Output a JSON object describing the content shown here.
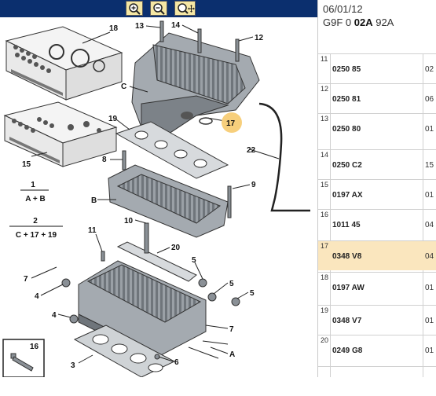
{
  "toolbar": {
    "zoom_in_icon": "zoom-in-icon",
    "zoom_out_icon": "zoom-out-icon",
    "zoom_fit_icon": "zoom-fit-icon",
    "color": "#0b2f6e"
  },
  "diagram": {
    "callouts": [
      "18",
      "13",
      "14",
      "12",
      "C",
      "17",
      "19",
      "15",
      "22",
      "8",
      "9",
      "B",
      "10",
      "11",
      "20",
      "7",
      "5",
      "4",
      "3",
      "6",
      "2",
      "A",
      "16"
    ],
    "highlight": "17",
    "highlight_color": "#f7cf7c",
    "formula_1_num": "1",
    "formula_1_den": "A + B",
    "formula_2_num": "2",
    "formula_2_den": "C + 17 + 19"
  },
  "sidebar": {
    "date": "06/01/12",
    "code_prefix": "G9F 0 ",
    "code_bold": "02A",
    "code_suffix": " 92A",
    "rows": [
      {
        "idx": "11",
        "ref": "0250 85",
        "qty": "02"
      },
      {
        "idx": "12",
        "ref": "0250 81",
        "qty": "06"
      },
      {
        "idx": "13",
        "ref": "0250 80",
        "qty": "01"
      },
      {
        "idx": "14",
        "ref": "0250 C2",
        "qty": "15"
      },
      {
        "idx": "15",
        "ref": "0197 AX",
        "qty": "01"
      },
      {
        "idx": "16",
        "ref": "1011 45",
        "qty": "04"
      },
      {
        "idx": "17",
        "ref": "0348 V8",
        "qty": "04"
      },
      {
        "idx": "18",
        "ref": "0197 AW",
        "qty": "01"
      },
      {
        "idx": "19",
        "ref": "0348 V7",
        "qty": "01"
      },
      {
        "idx": "20",
        "ref": "0249 G8",
        "qty": "01"
      }
    ],
    "selected_color": "#fae6be"
  }
}
